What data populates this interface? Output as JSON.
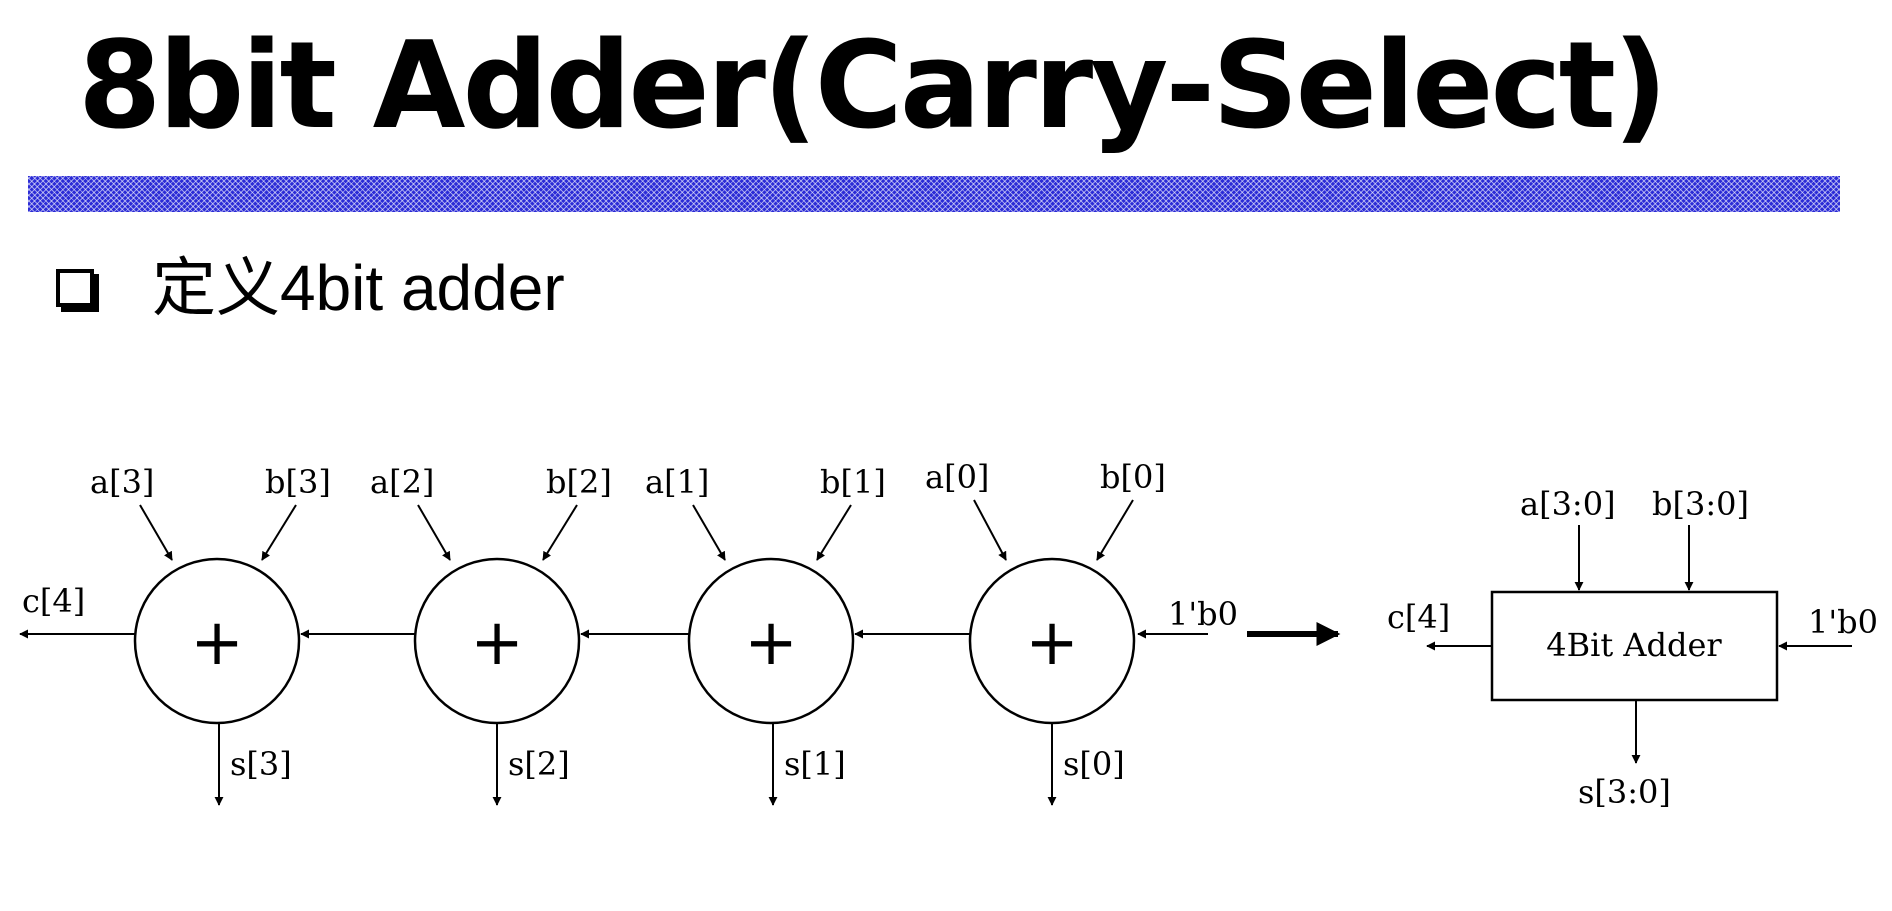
{
  "title": "8bit Adder(Carry-Select)",
  "bullet": "定义4bit adder",
  "ripple": {
    "operator": "+",
    "stages": [
      {
        "a": "a[3]",
        "b": "b[3]",
        "s": "s[3]"
      },
      {
        "a": "a[2]",
        "b": "b[2]",
        "s": "s[2]"
      },
      {
        "a": "a[1]",
        "b": "b[1]",
        "s": "s[1]"
      },
      {
        "a": "a[0]",
        "b": "b[0]",
        "s": "s[0]"
      }
    ],
    "carry_in": "1'b0",
    "carry_out": "c[4]"
  },
  "block": {
    "label": "4Bit Adder",
    "a": "a[3:0]",
    "b": "b[3:0]",
    "sum": "s[3:0]",
    "carry_in": "1'b0",
    "carry_out": "c[4]"
  }
}
